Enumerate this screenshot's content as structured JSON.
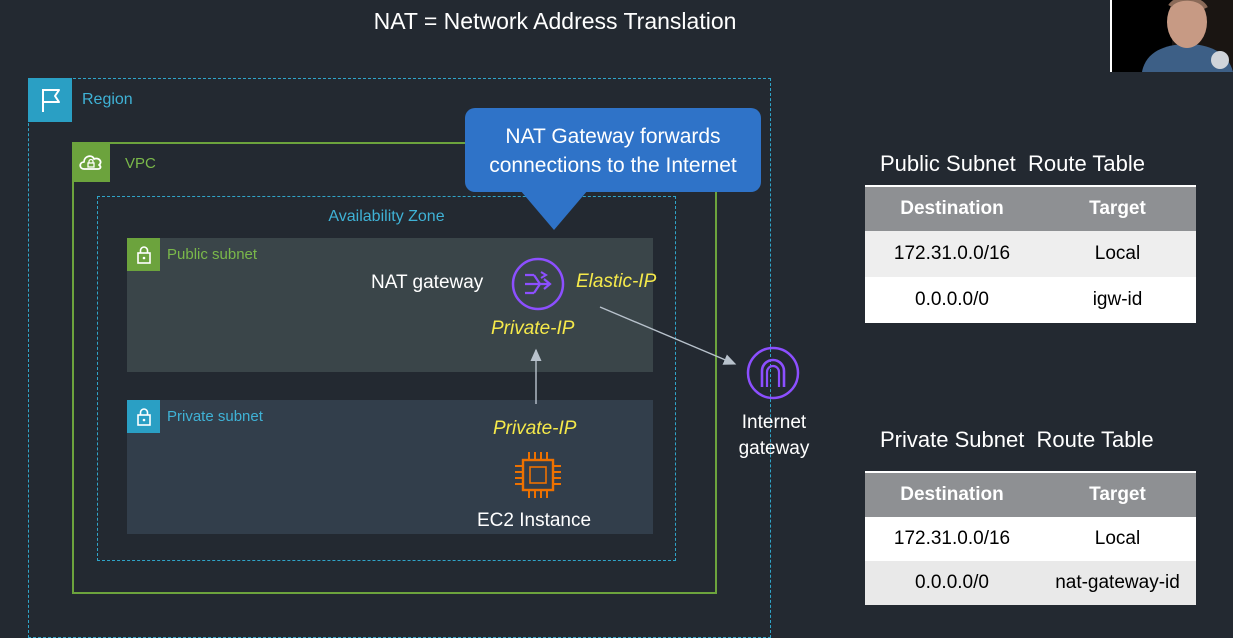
{
  "title": "NAT = Network Address Translation",
  "diagram": {
    "region_label": "Region",
    "vpc_label": "VPC",
    "az_label": "Availability Zone",
    "public_subnet_label": "Public subnet",
    "private_subnet_label": "Private subnet",
    "callout_line1": "NAT Gateway forwards",
    "callout_line2": "connections to the Internet",
    "nat_gateway_label": "NAT gateway",
    "elastic_ip_label": "Elastic-IP",
    "nat_private_ip_label": "Private-IP",
    "ec2_private_ip_label": "Private-IP",
    "ec2_label": "EC2 Instance",
    "igw_label_line1": "Internet",
    "igw_label_line2": "gateway"
  },
  "public_route_table": {
    "title": "Public Subnet  Route Table",
    "headers": [
      "Destination",
      "Target"
    ],
    "rows": [
      [
        "172.31.0.0/16",
        "Local"
      ],
      [
        "0.0.0.0/0",
        "igw-id"
      ]
    ]
  },
  "private_route_table": {
    "title": "Private Subnet  Route Table",
    "headers": [
      "Destination",
      "Target"
    ],
    "rows": [
      [
        "172.31.0.0/16",
        "Local"
      ],
      [
        "0.0.0.0/0",
        "nat-gateway-id"
      ]
    ]
  },
  "colors": {
    "background": "#232931",
    "region_accent": "#2a9fc4",
    "vpc_accent": "#6ca33d",
    "callout": "#2f73c8",
    "ip_label": "#f5e94a",
    "nat_icon": "#8c4fff",
    "ec2_icon": "#ed7100",
    "igw_icon": "#8c4fff"
  },
  "icons": {
    "region": "flag-icon",
    "vpc": "cloud-lock-icon",
    "subnet": "lock-icon",
    "nat_gateway": "nat-gateway-icon",
    "ec2": "chip-icon",
    "internet_gateway": "internet-gateway-icon"
  }
}
